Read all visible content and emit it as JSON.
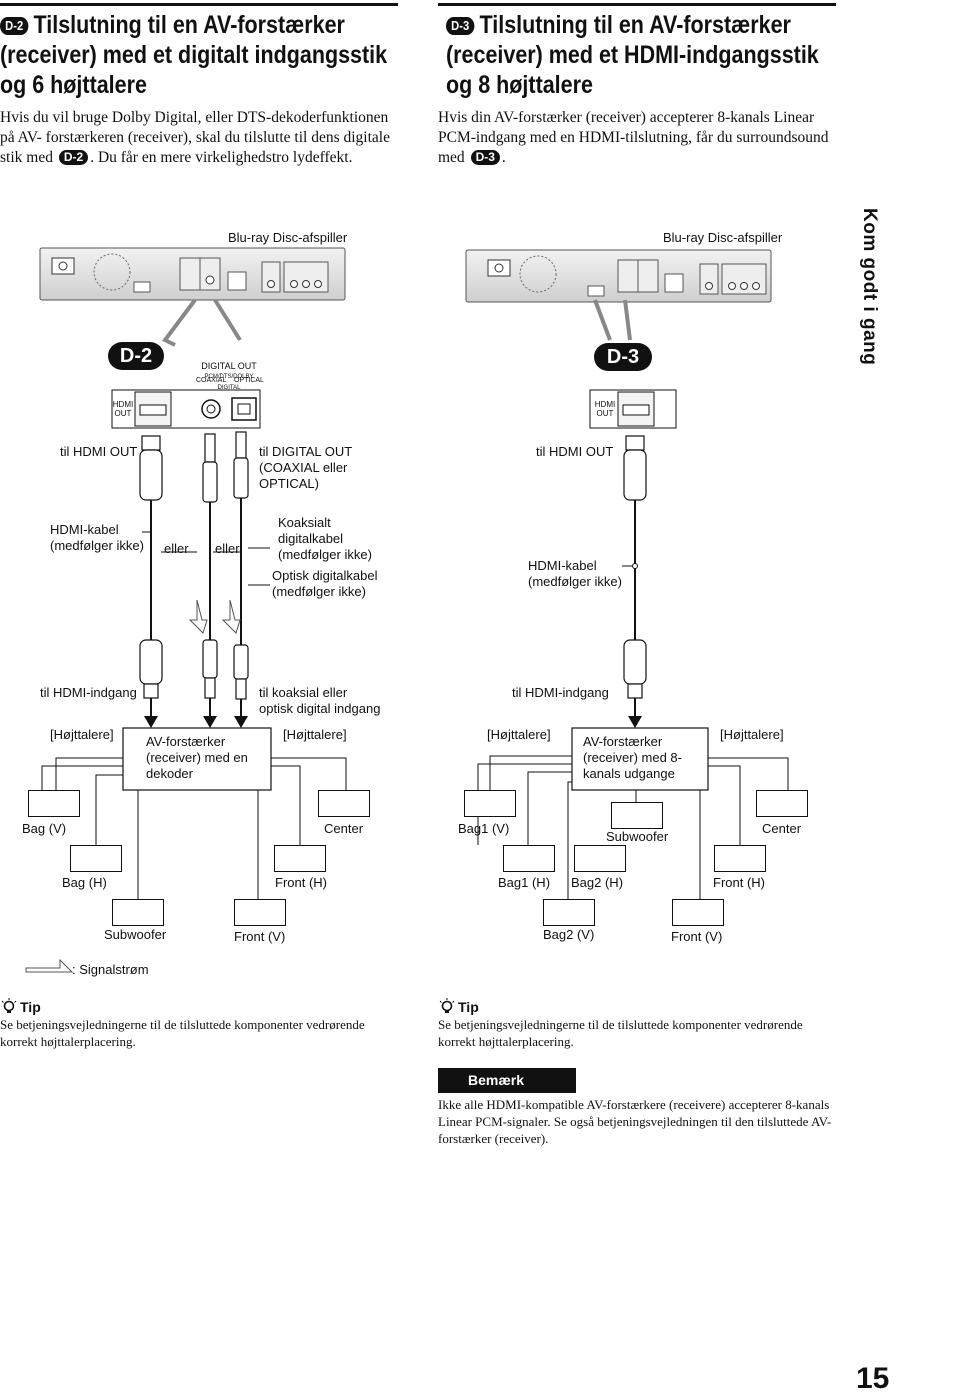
{
  "left": {
    "badge": "D-2",
    "heading_lines": [
      "Tilslutning til en AV-forstærker",
      "(receiver) med et digitalt indgangsstik",
      "og 6 højttalere"
    ],
    "body_1": "Hvis du vil bruge Dolby Digital, eller DTS-dekoderfunktionen",
    "body_2": "på AV- forstærkeren (receiver), skal du tilslutte til dens digitale",
    "body_3a": "stik med",
    "body_badge": "D-2",
    "body_3b": ". Du får en mere virkelighedstro lydeffekt.",
    "device_title": "Blu-ray Disc-afspiller",
    "zoom_badge": "D-2",
    "digital_out": "DIGITAL OUT",
    "digital_out_sub": "PCM/DTS/DOLBY DIGITAL",
    "coaxial": "COAXIAL",
    "optical": "OPTICAL",
    "hdmi_out": "HDMI\nOUT",
    "til_hdmi_out": "til HDMI OUT",
    "til_digital_out": "til DIGITAL OUT\n(COAXIAL eller\nOPTICAL)",
    "hdmi_kabel": "HDMI-kabel\n(medfølger ikke)",
    "eller1": "eller",
    "eller2": "eller",
    "koaksialt": "Koaksialt\ndigitalkabel\n(medfølger ikke)",
    "optisk": "Optisk digitalkabel\n(medfølger ikke)",
    "til_hdmi_indgang": "til HDMI-indgang",
    "til_koaksial": "til koaksial eller\noptisk digital indgang",
    "hojttalere_1": "[Højttalere]",
    "hojttalere_2": "[Højttalere]",
    "receiver": "AV-forstærker\n(receiver) med en\ndekoder",
    "spk_bag_v": "Bag (V)",
    "spk_center": "Center",
    "spk_bag_h": "Bag (H)",
    "spk_front_h": "Front (H)",
    "spk_subwoofer": "Subwoofer",
    "spk_front_v": "Front (V)",
    "signal_legend": ": Signalstrøm",
    "tip_title": "Tip",
    "tip_text": "Se betjeningsvejledningerne til de tilsluttede komponenter vedrørende korrekt højttalerplacering."
  },
  "right": {
    "badge": "D-3",
    "heading_lines": [
      "Tilslutning til en AV-forstærker",
      "(receiver) med et HDMI-indgangsstik",
      "og 8 højttalere"
    ],
    "body_1": "Hvis din AV-forstærker (receiver) accepterer 8-kanals Linear",
    "body_2": "PCM-indgang med en HDMI-tilslutning, får du surroundsound",
    "body_3a": "med",
    "body_badge": "D-3",
    "body_3b": ".",
    "device_title": "Blu-ray Disc-afspiller",
    "zoom_badge": "D-3",
    "hdmi_out": "HDMI\nOUT",
    "til_hdmi_out": "til HDMI OUT",
    "hdmi_kabel": "HDMI-kabel\n(medfølger ikke)",
    "til_hdmi_indgang": "til HDMI-indgang",
    "hojttalere_1": "[Højttalere]",
    "hojttalere_2": "[Højttalere]",
    "receiver": "AV-forstærker\n(receiver) med 8-\nkanals udgange",
    "spk_bag1_v": "Bag1 (V)",
    "spk_subwoofer": "Subwoofer",
    "spk_center": "Center",
    "spk_bag1_h": "Bag1 (H)",
    "spk_bag2_h": "Bag2 (H)",
    "spk_front_h": "Front (H)",
    "spk_bag2_v": "Bag2 (V)",
    "spk_front_v": "Front (V)",
    "tip_title": "Tip",
    "tip_text": "Se betjeningsvejledningerne til de tilsluttede komponenter vedrørende korrekt højttalerplacering.",
    "note_title": "Bemærk",
    "note_text": "Ikke alle HDMI-kompatible AV-forstærkere (receivere) accepterer 8-kanals Linear PCM-signaler. Se også betjeningsvejledningen til den tilsluttede AV-forstærker (receiver)."
  },
  "side_tab": "Kom godt i gang",
  "page_number": "15"
}
